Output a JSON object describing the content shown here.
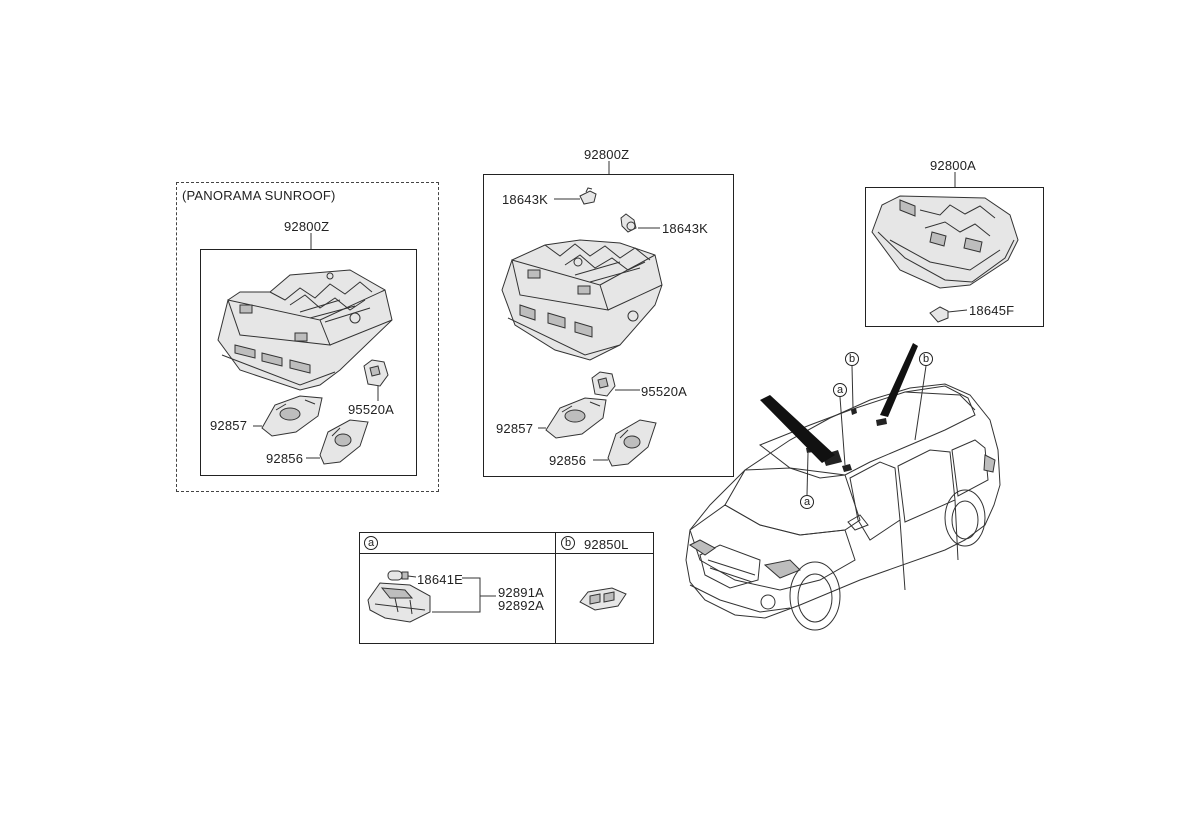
{
  "panorama_box": {
    "caption": "(PANORAMA SUNROOF)",
    "assembly": "92800Z",
    "parts": {
      "bracket_clip": "95520A",
      "lamp_left": "92857",
      "lamp_right": "92856"
    }
  },
  "standard_box": {
    "assembly": "92800Z",
    "parts": {
      "bulb_top": "18643K",
      "bulb_right": "18643K",
      "bracket_clip": "95520A",
      "lamp_left": "92857",
      "lamp_right": "92856"
    }
  },
  "rear_box": {
    "assembly": "92800A",
    "parts": {
      "bulb": "18645F"
    }
  },
  "detail_a": {
    "marker": "a",
    "parts": {
      "bulb": "18641E",
      "lamp_1": "92891A",
      "lamp_2": "92892A"
    }
  },
  "detail_b": {
    "marker": "b",
    "part": "92850L"
  },
  "vehicle_markers": {
    "a_top": "a",
    "a_bottom": "a",
    "b_left": "b",
    "b_right": "b"
  },
  "icons": [
    "overhead-console",
    "map-lamp",
    "bulb",
    "clip",
    "room-lamp",
    "car"
  ]
}
